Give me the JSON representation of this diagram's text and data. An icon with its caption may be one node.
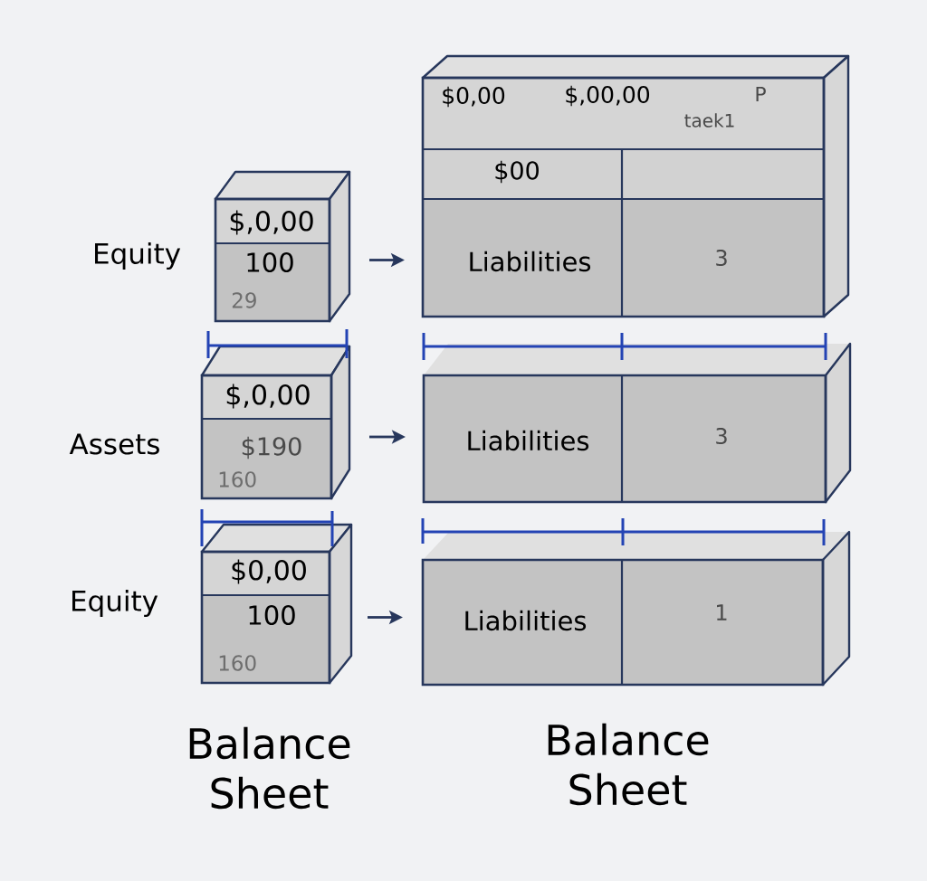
{
  "diagram": {
    "nodes": [
      {
        "text": [
          "$,0,00",
          "100",
          "29"
        ],
        "beside": [
          "Equity"
        ]
      },
      {
        "text": [
          "$0,00",
          "$,00,00",
          "P",
          "taek1",
          "$00",
          "Liabilities",
          "3"
        ]
      },
      {
        "text": [
          "$,0,00",
          "$190",
          "160"
        ],
        "beside": [
          "Assets"
        ]
      },
      {
        "text": [
          "Liabilities",
          "3"
        ]
      },
      {
        "text": [
          "$0,00",
          "100",
          "160"
        ],
        "beside": [
          "Equity"
        ]
      },
      {
        "text": [
          "Liabilities",
          "1"
        ]
      }
    ],
    "edges": [
      {
        "from": 0,
        "to": 1,
        "arrow": "to"
      },
      {
        "from": 2,
        "to": 3,
        "arrow": "to"
      },
      {
        "from": 4,
        "to": 5,
        "arrow": "to"
      }
    ],
    "labels": [
      "Balance Sheet",
      "Balance Sheet"
    ]
  }
}
